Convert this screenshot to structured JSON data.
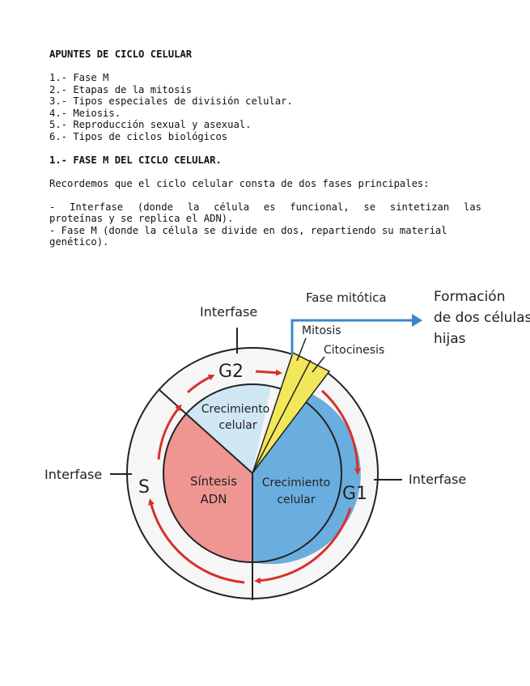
{
  "document": {
    "title": "APUNTES DE CICLO CELULAR",
    "index": [
      "1.- Fase M",
      "2.- Etapas de la mitosis",
      "3.- Tipos especiales de división celular.",
      "4.- Meiosis.",
      "5.- Reproducción sexual y asexual.",
      "6.- Tipos de ciclos biológicos"
    ],
    "section1_heading": "1.- FASE M DEL CICLO CELULAR.",
    "intro": "Recordemos que el ciclo celular consta de dos fases principales:",
    "bullet1_line1": "- Interfase (donde la célula es funcional, se sintetizan las",
    "bullet1_line2": "proteínas y se replica el ADN).",
    "bullet2_line1": "- Fase M (donde la célula se divide en dos, repartiendo su material",
    "bullet2_line2": "genético)."
  },
  "diagram": {
    "labels": {
      "interfase_top": "Interfase",
      "interfase_left": "Interfase",
      "interfase_right": "Interfase",
      "fase_mitotica": "Fase mitótica",
      "mitosis": "Mitosis",
      "citocinesis": "Citocinesis",
      "formacion_line1": "Formación",
      "formacion_line2": "de dos células",
      "formacion_line3": "hijas",
      "g2": "G2",
      "g1": "G1",
      "s": "S",
      "crecimiento_top_line1": "Crecimiento",
      "crecimiento_top_line2": "celular",
      "sintesis_line1": "Síntesis",
      "sintesis_line2": "ADN",
      "crecimiento_right_line1": "Crecimiento",
      "crecimiento_right_line2": "celular"
    },
    "colors": {
      "g1_sector": "#6aaee0",
      "s_sector": "#ef9592",
      "g2_sector": "#cfe6f5",
      "m_phase": "#f2e65a",
      "arrows": "#d9302c",
      "pointer": "#3b86c8",
      "ring": "#f6f6f6"
    }
  }
}
